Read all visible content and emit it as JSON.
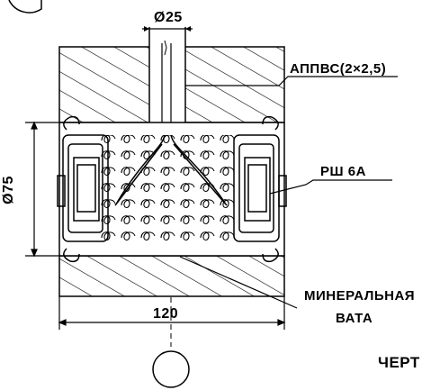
{
  "labels": {
    "pipe_diameter": "Ø25",
    "cable": "АППВС(2×2,5)",
    "socket": "РШ 6А",
    "outer_diameter": "Ø75",
    "insulation_line1": "МИНЕРАЛЬНАЯ",
    "insulation_line2": "ВАТА",
    "width": "120",
    "sheet": "ЧЕРТ"
  }
}
